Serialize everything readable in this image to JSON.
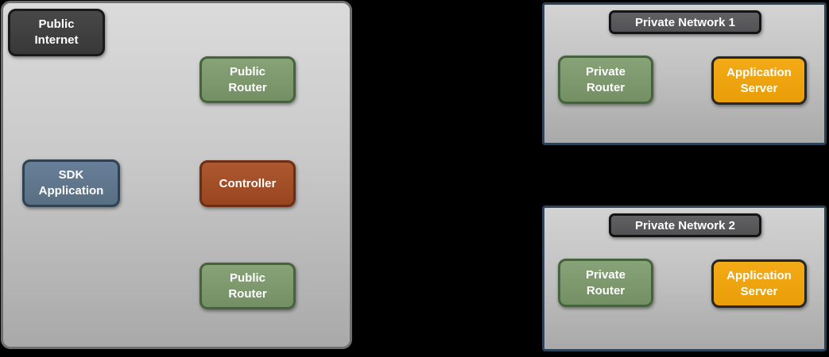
{
  "palette": {
    "canvas_bg": "#000000",
    "zone_fill_top": "#dbdbdb",
    "zone_fill_bottom": "#a9a9a9",
    "zone_border": "#6f6f6f",
    "network_border": "#2b4257",
    "network_title_fill": "#59595b",
    "network_title_border": "#141414",
    "dark_node_fill": "#3f3f3f",
    "dark_node_border": "#1a1a1a",
    "green_node_fill": "#7e9b70",
    "green_node_border": "#45633c",
    "slate_node_fill": "#60778d",
    "slate_node_border": "#2e4254",
    "rust_node_fill": "#a34f27",
    "rust_node_border": "#6f2d11",
    "amber_node_fill": "#efa60e",
    "amber_node_border": "#262626",
    "node_text": "#ffffff"
  },
  "public_zone": {
    "nodes": {
      "public_internet": {
        "label": "Public\nInternet"
      },
      "public_router_top": {
        "label": "Public\nRouter"
      },
      "sdk_application": {
        "label": "SDK\nApplication"
      },
      "controller": {
        "label": "Controller"
      },
      "public_router_bottom": {
        "label": "Public\nRouter"
      }
    }
  },
  "private_networks": {
    "network1": {
      "title": "Private Network 1",
      "nodes": {
        "private_router": {
          "label": "Private\nRouter"
        },
        "application_server": {
          "label": "Application\nServer"
        }
      }
    },
    "network2": {
      "title": "Private Network 2",
      "nodes": {
        "private_router": {
          "label": "Private\nRouter"
        },
        "application_server": {
          "label": "Application\nServer"
        }
      }
    }
  }
}
